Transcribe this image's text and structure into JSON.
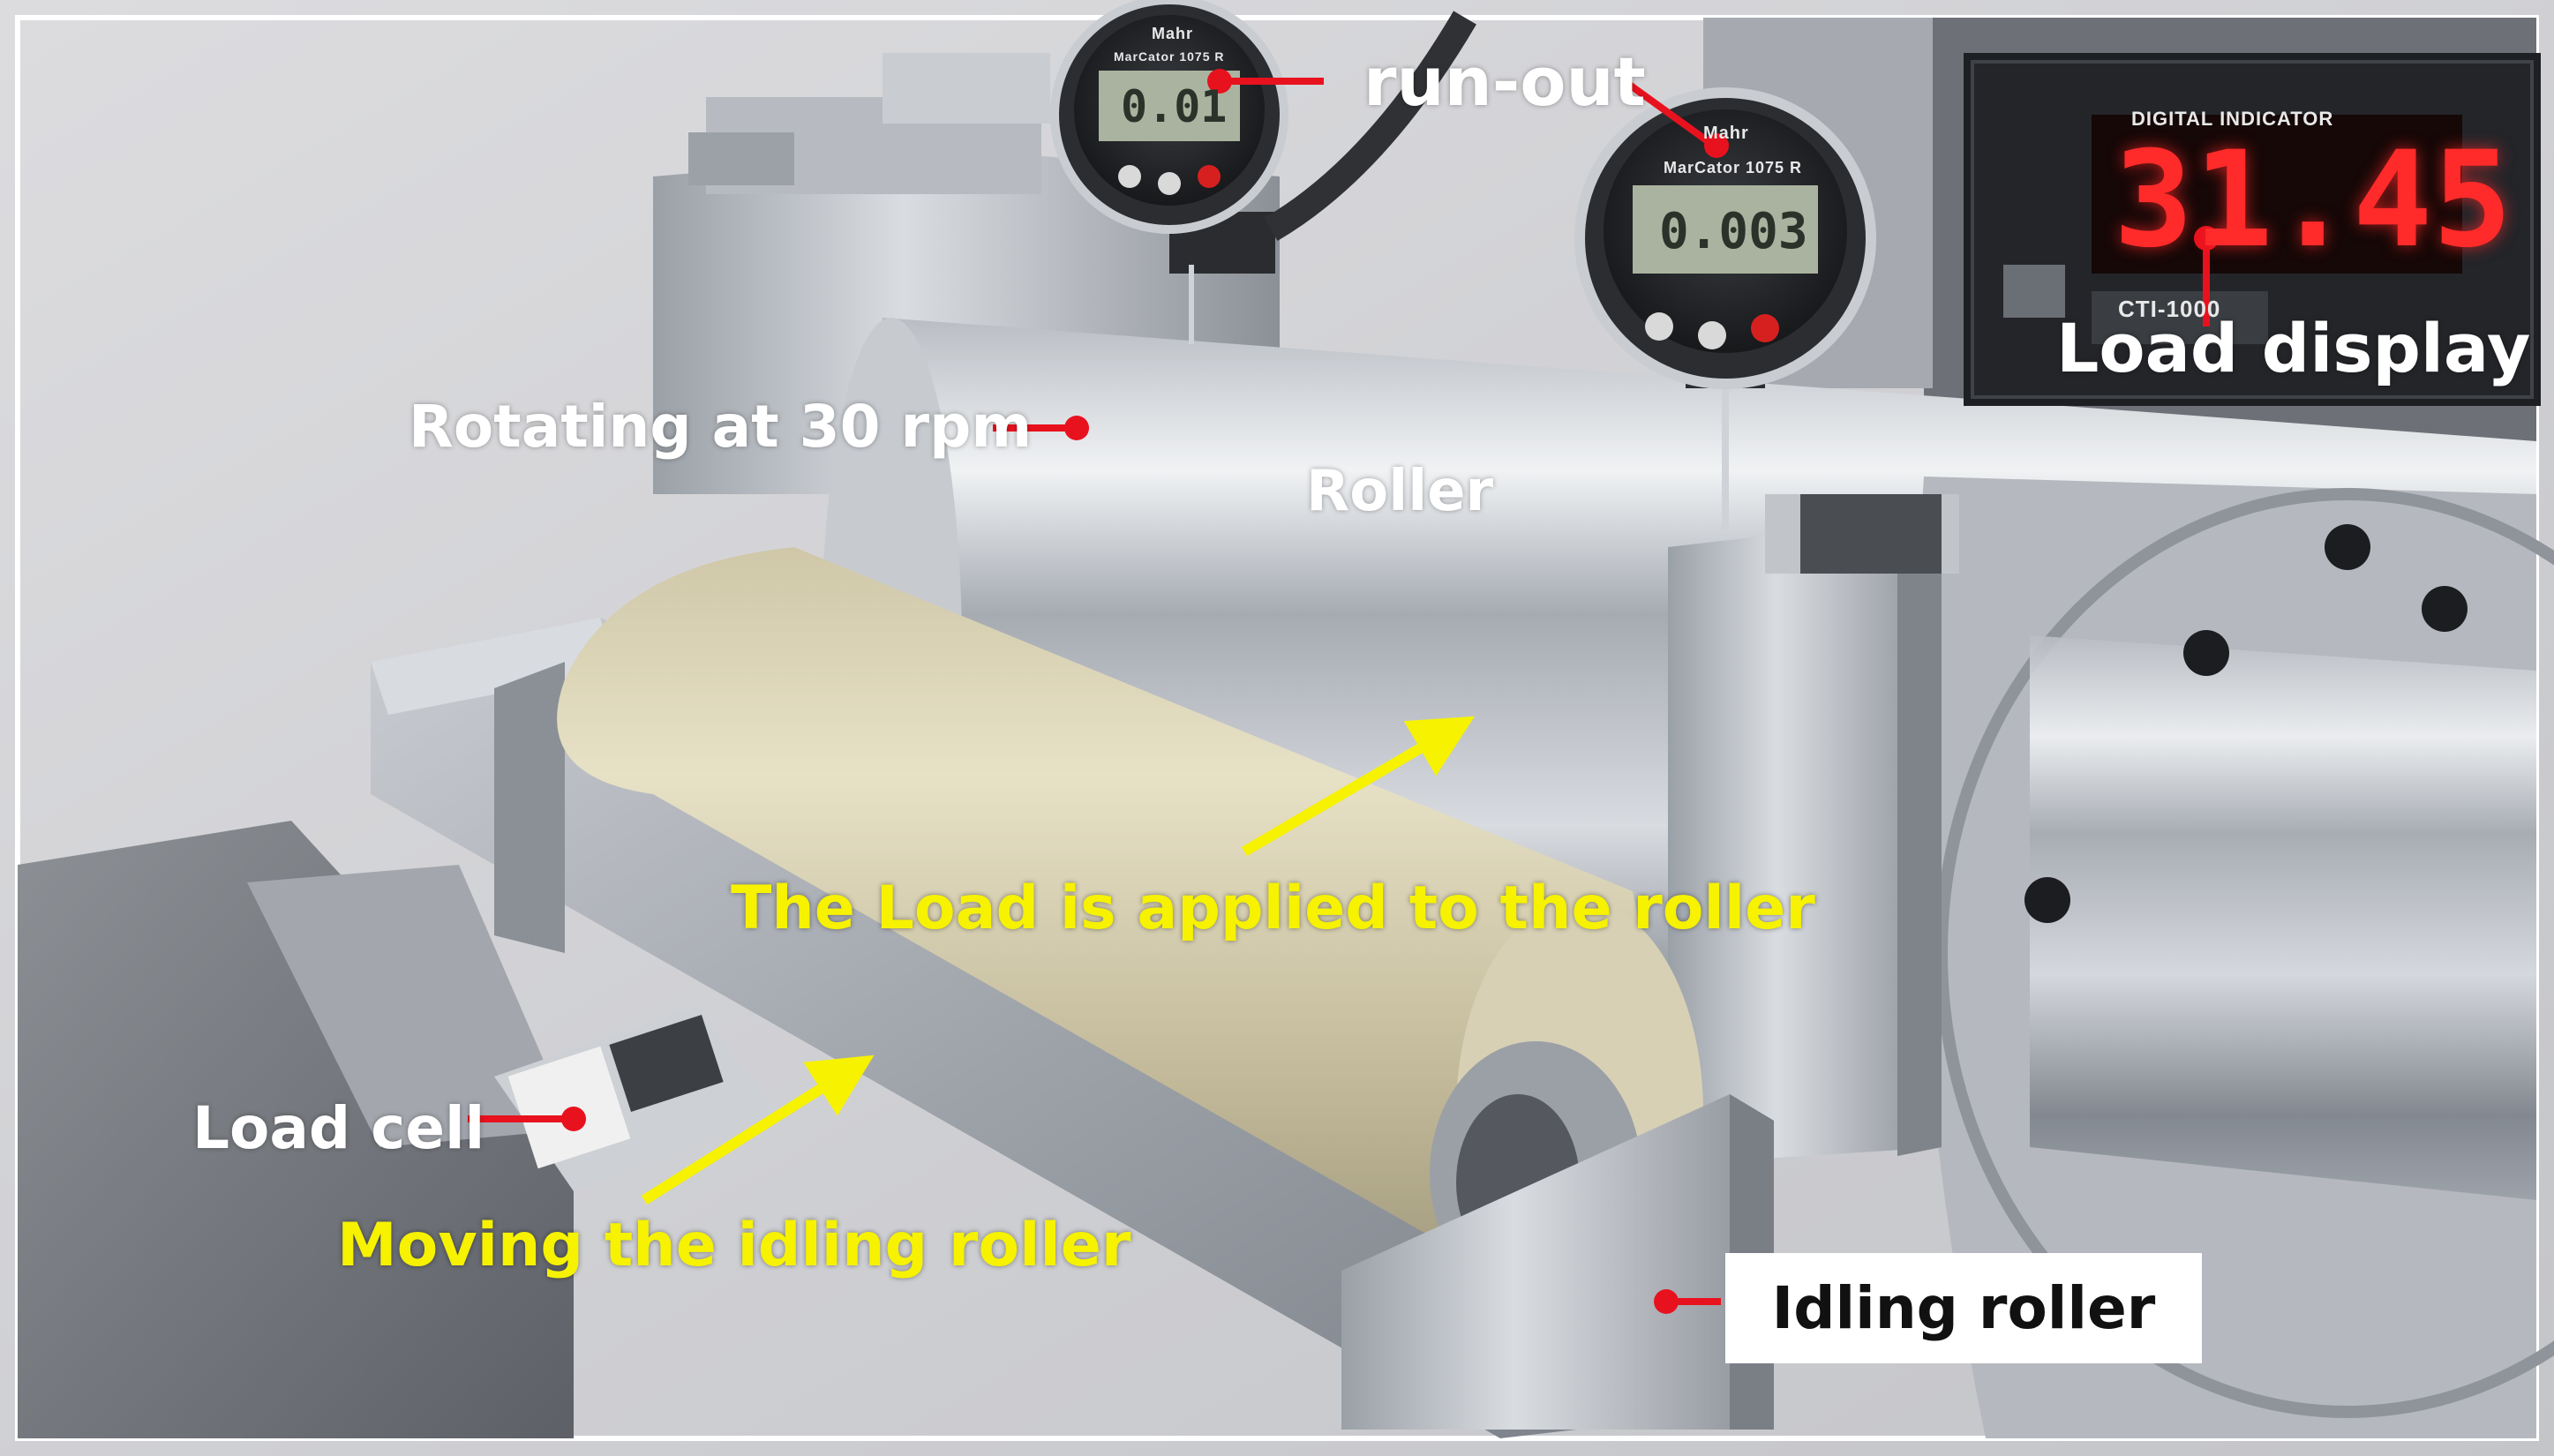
{
  "labels": {
    "run_out": "run-out",
    "load_display": "Load display",
    "rotating": "Rotating at 30 rpm",
    "roller": "Roller",
    "load_applied": "The Load is applied to the roller",
    "load_cell": "Load cell",
    "moving_idling": "Moving the idling roller",
    "idling_roller": "Idling roller"
  },
  "indicator": {
    "reading": "31.45",
    "title": "DIGITAL INDICATOR",
    "model": "CTI-1000"
  },
  "gauges": {
    "brand": "Mahr",
    "model": "MarCator 1075 R",
    "left_reading": "0.01",
    "right_reading": "0.003"
  },
  "colors": {
    "annotation_red": "#e8121e",
    "arrow_yellow": "#f6f200",
    "text_yellow": "#f6f200"
  }
}
